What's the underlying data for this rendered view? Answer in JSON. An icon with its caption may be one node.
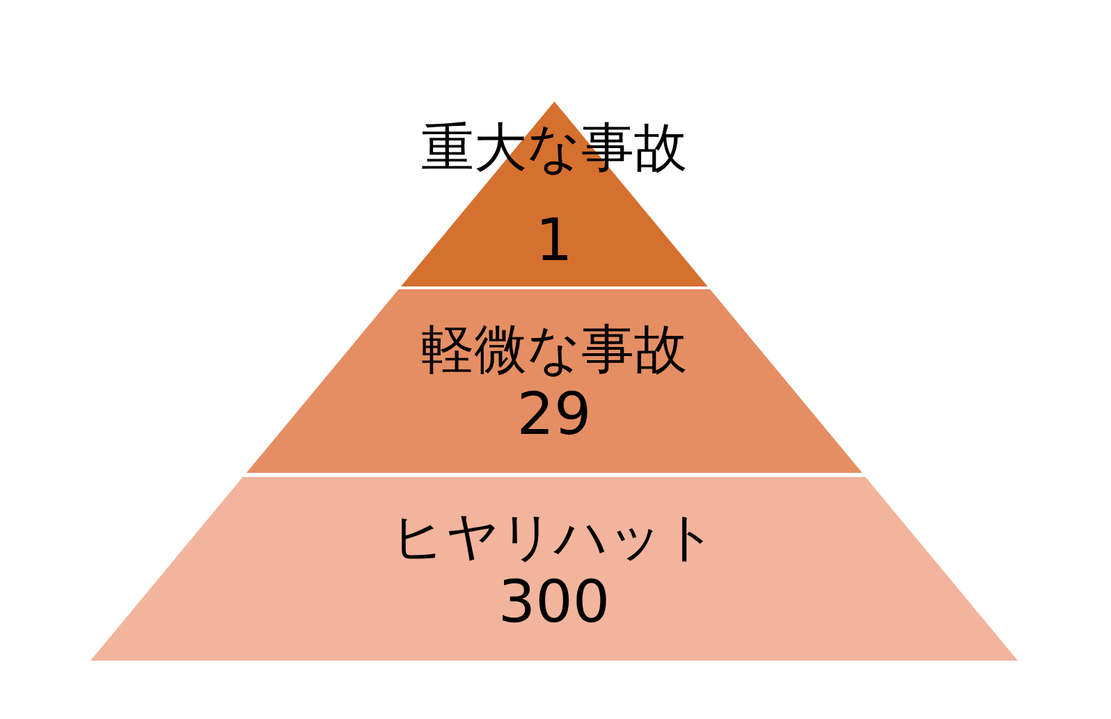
{
  "diagram": {
    "nodes": [
      {
        "text": [
          "重大な事故",
          "1"
        ]
      },
      {
        "text": [
          "軽微な事故",
          "29"
        ]
      },
      {
        "text": [
          "ヒヤリハット",
          "300"
        ]
      }
    ]
  }
}
